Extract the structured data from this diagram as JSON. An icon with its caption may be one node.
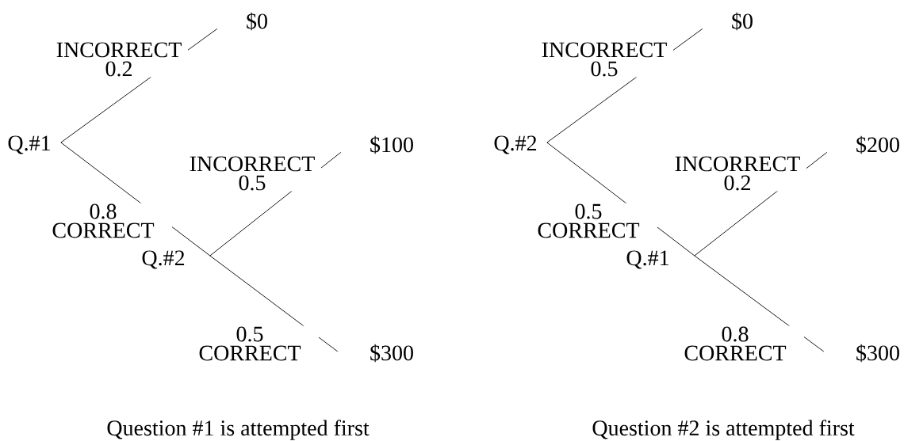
{
  "diagram": {
    "nodes": [
      {
        "text": [
          "Q.#1"
        ]
      },
      {
        "text": [
          "$0"
        ]
      },
      {
        "text": [
          "Q.#2"
        ]
      },
      {
        "text": [
          "$100"
        ]
      },
      {
        "text": [
          "$300"
        ]
      },
      {
        "text": [
          "Q.#2"
        ]
      },
      {
        "text": [
          "$0"
        ]
      },
      {
        "text": [
          "Q.#1"
        ]
      },
      {
        "text": [
          "$200"
        ]
      },
      {
        "text": [
          "$300"
        ]
      }
    ],
    "edges": [
      {
        "from": 0,
        "to": 1,
        "arrow": "none",
        "label": "INCORRECT 0.2"
      },
      {
        "from": 0,
        "to": 2,
        "arrow": "none",
        "label": "0.8 CORRECT"
      },
      {
        "from": 2,
        "to": 3,
        "arrow": "none",
        "label": "INCORRECT 0.5"
      },
      {
        "from": 2,
        "to": 4,
        "arrow": "none",
        "label": "0.5 CORRECT"
      },
      {
        "from": 5,
        "to": 6,
        "arrow": "none",
        "label": "INCORRECT 0.5"
      },
      {
        "from": 5,
        "to": 7,
        "arrow": "none",
        "label": "0.5 CORRECT"
      },
      {
        "from": 7,
        "to": 8,
        "arrow": "none",
        "label": "INCORRECT 0.2"
      },
      {
        "from": 7,
        "to": 9,
        "arrow": "none",
        "label": "0.8 CORRECT"
      }
    ],
    "labels": [
      "Question #1 is attempted first",
      "Question #2 is attempted first"
    ]
  }
}
